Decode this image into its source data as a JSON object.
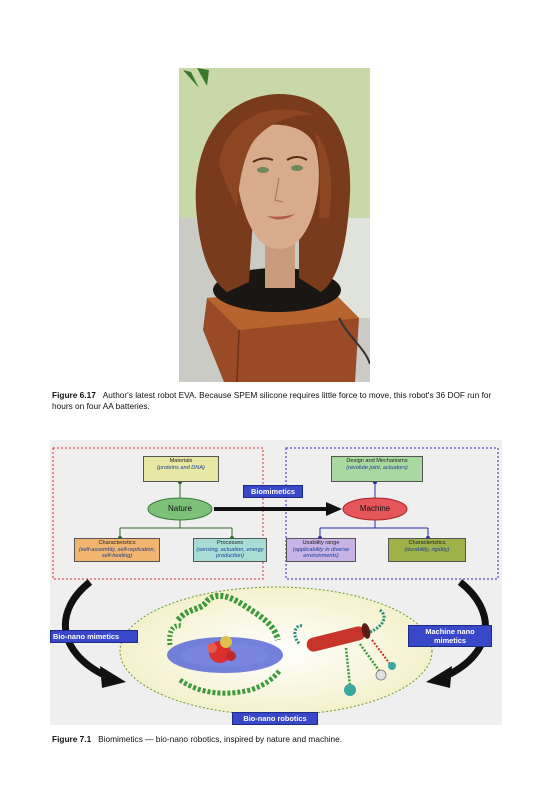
{
  "figure1": {
    "label": "Figure 6.17",
    "caption": "Author's latest robot EVA. Because SPEM silicone requires little force to move, this robot's 36 DOF run for hours on four AA batteries."
  },
  "figure2": {
    "label": "Figure 7.1",
    "caption": "Biomimetics — bio-nano robotics, inspired by nature and machine.",
    "diagram": {
      "materials": {
        "title": "Materials",
        "sub": "(proteins and DNA)"
      },
      "nature": "Nature",
      "biomimetics": "Biomimetics",
      "machine": "Machine",
      "design": {
        "title": "Design and Mechanisms",
        "sub": "(revolute joint, actuators)"
      },
      "char_nature": {
        "title": "Characteristics",
        "sub": "(self-assembly, self-replication, self-healing)"
      },
      "processes": {
        "title": "Processes",
        "sub": "(sensing, actuation, energy production)"
      },
      "usability": {
        "title": "Usability range",
        "sub": "(applicability in diverse environments)"
      },
      "char_machine": {
        "title": "Characteristics",
        "sub": "(durability, rigidity)"
      },
      "bio_nano_mimetics": "Bio-nano mimetics",
      "machine_nano_mimetics": "Machine nano mimetics",
      "bio_nano_robotics": "Bio-nano robotics",
      "colors": {
        "nature_fill": "#7cc07a",
        "machine_fill": "#e4565a",
        "nature_frame": "#d83030",
        "machine_frame": "#2a2ab0",
        "tag_fill": "#3848c8"
      }
    }
  }
}
